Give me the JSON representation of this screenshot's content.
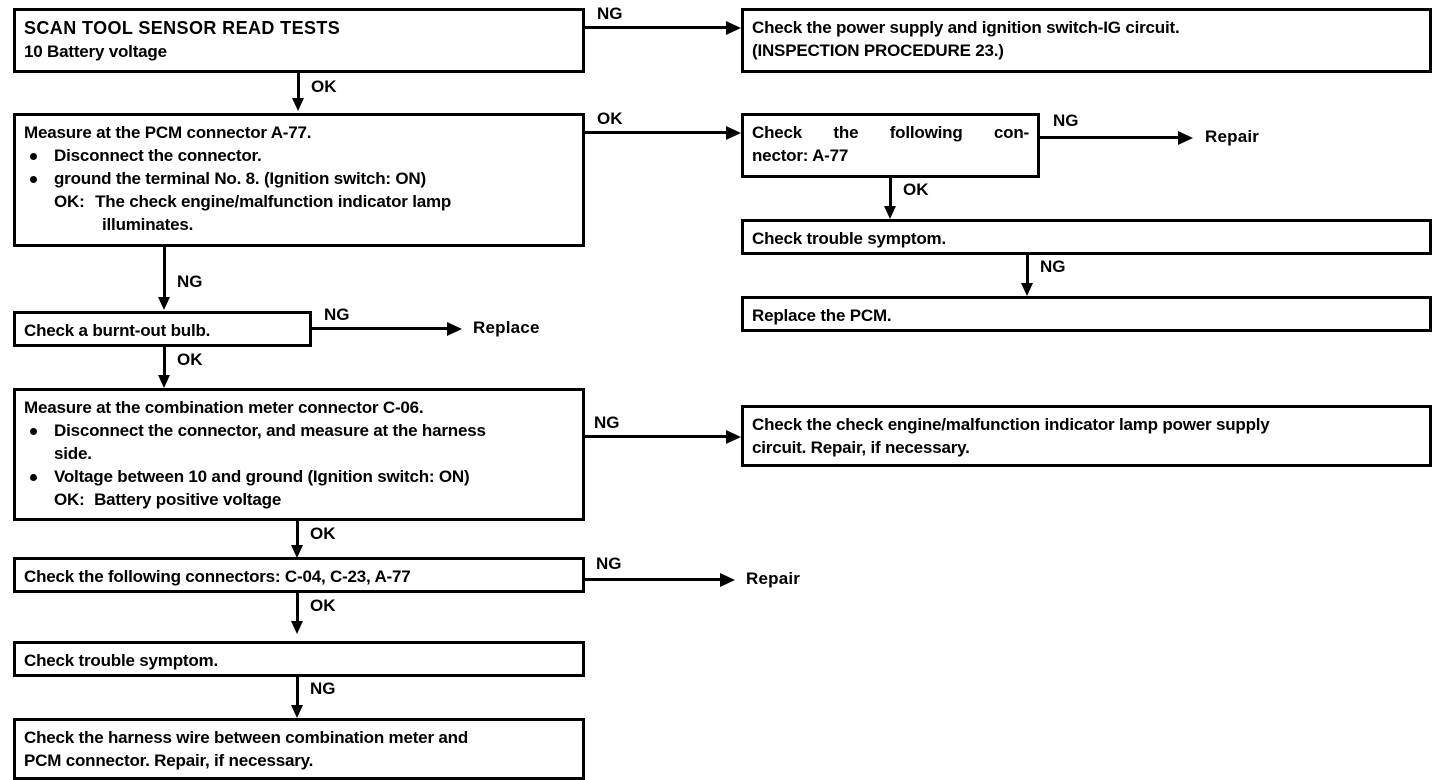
{
  "diagram": {
    "title": "SCAN TOOL SENSOR READ TESTS - 10 Battery voltage troubleshooting flowchart",
    "nodes": {
      "start": {
        "heading": "SCAN TOOL SENSOR READ TESTS",
        "subheading": "10 Battery voltage"
      },
      "power_supply": {
        "line1": "Check the power supply and ignition switch-IG circuit.",
        "line2": "(INSPECTION PROCEDURE 23.)"
      },
      "measure_pcm": {
        "line1": "Measure at the PCM connector A-77.",
        "bullet1": "Disconnect the connector.",
        "bullet2": "ground the terminal No. 8. (Ignition switch: ON)",
        "ok_label": "OK:",
        "ok_text": "The check engine/malfunction indicator lamp",
        "ok_text2": "illuminates."
      },
      "check_connector_a77": {
        "line1": "Check  the  following  con-",
        "line2": "nector: A-77"
      },
      "check_trouble_symptom_right": {
        "line1": "Check trouble symptom."
      },
      "replace_pcm": {
        "line1": "Replace the PCM."
      },
      "check_bulb": {
        "line1": "Check a burnt-out bulb."
      },
      "measure_meter": {
        "line1": "Measure at the combination meter connector C-06.",
        "bullet1": "Disconnect the connector, and measure at the harness",
        "bullet1b": "side.",
        "bullet2": "Voltage between 10 and ground (Ignition switch: ON)",
        "ok_label": "OK:",
        "ok_text": "Battery positive voltage"
      },
      "check_lamp_power": {
        "line1": "Check the check engine/malfunction indicator lamp power supply",
        "line2": "circuit. Repair, if necessary."
      },
      "check_connectors_list": {
        "line1": "Check the following connectors: C-04, C-23, A-77"
      },
      "check_trouble_symptom_left": {
        "line1": "Check trouble symptom."
      },
      "check_harness": {
        "line1": "Check the harness wire between combination meter and",
        "line2": "PCM connector. Repair, if necessary."
      }
    },
    "terminals": {
      "repair_top": "Repair",
      "replace": "Replace",
      "repair_bottom": "Repair"
    },
    "edge_labels": {
      "start_ng": "NG",
      "start_ok": "OK",
      "measure_pcm_ok": "OK",
      "connector_a77_ng": "NG",
      "connector_a77_ok": "OK",
      "trouble_symptom_right_ng": "NG",
      "measure_pcm_ng": "NG",
      "bulb_ng": "NG",
      "bulb_ok": "OK",
      "measure_meter_ng": "NG",
      "measure_meter_ok": "OK",
      "connectors_list_ng": "NG",
      "connectors_list_ok": "OK",
      "trouble_symptom_left_ng": "NG"
    }
  }
}
